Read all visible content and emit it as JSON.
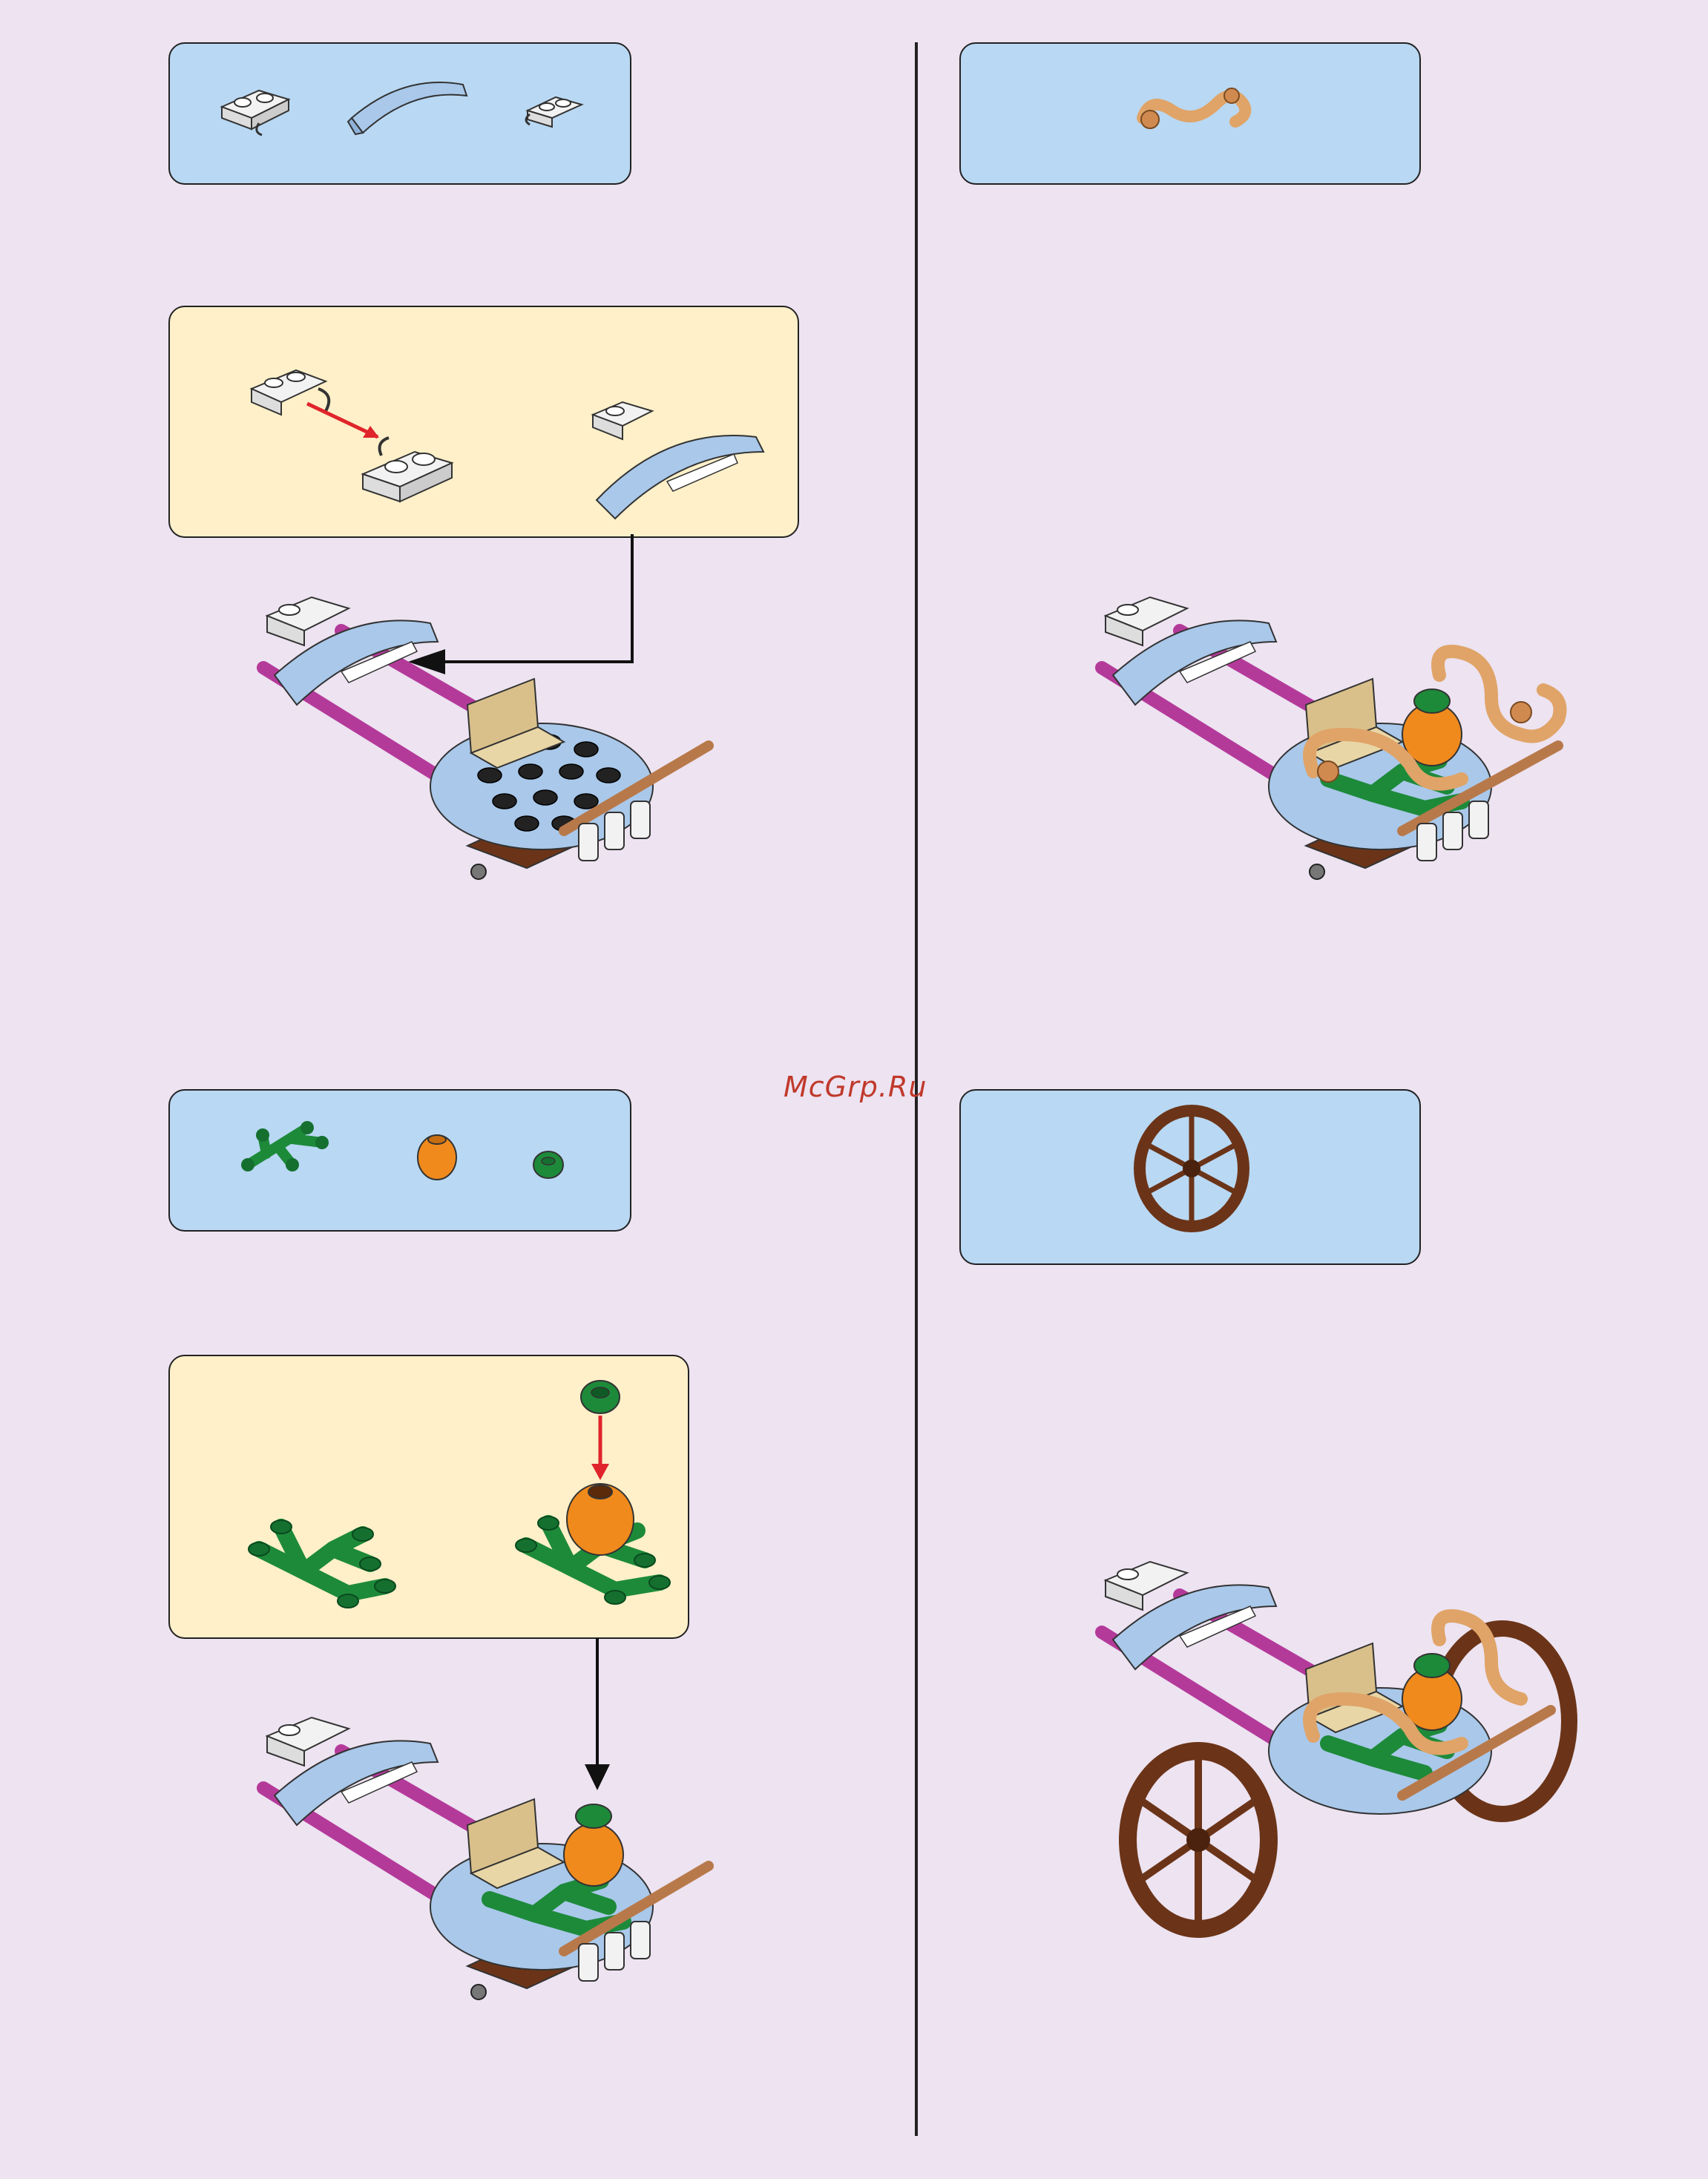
{
  "watermark": {
    "text": "McGrp.Ru"
  },
  "steps": [
    {
      "name": "step-1",
      "parts": [
        "white-clip-plate",
        "light-blue-curved-slope",
        "white-clip-plate-small"
      ]
    },
    {
      "name": "step-2",
      "parts": [
        "green-leaf-plant",
        "orange-round-brick",
        "green-round-plate"
      ]
    },
    {
      "name": "step-3",
      "parts": [
        "tan-scroll-piece"
      ]
    },
    {
      "name": "step-4",
      "parts": [
        "brown-spoked-wheel"
      ]
    }
  ],
  "colors": {
    "background": "#ede3f1",
    "parts_box": "#b9d8f3",
    "subassembly_box": "#fff0c9",
    "arrow_red": "#e0242b",
    "magenta_bar": "#b43a9a",
    "light_blue": "#a9c8ea",
    "brown": "#6b3418",
    "orange": "#f08a1c",
    "green": "#1d8a3a",
    "tan": "#d9c08a",
    "scroll_tan": "#e0a468"
  }
}
